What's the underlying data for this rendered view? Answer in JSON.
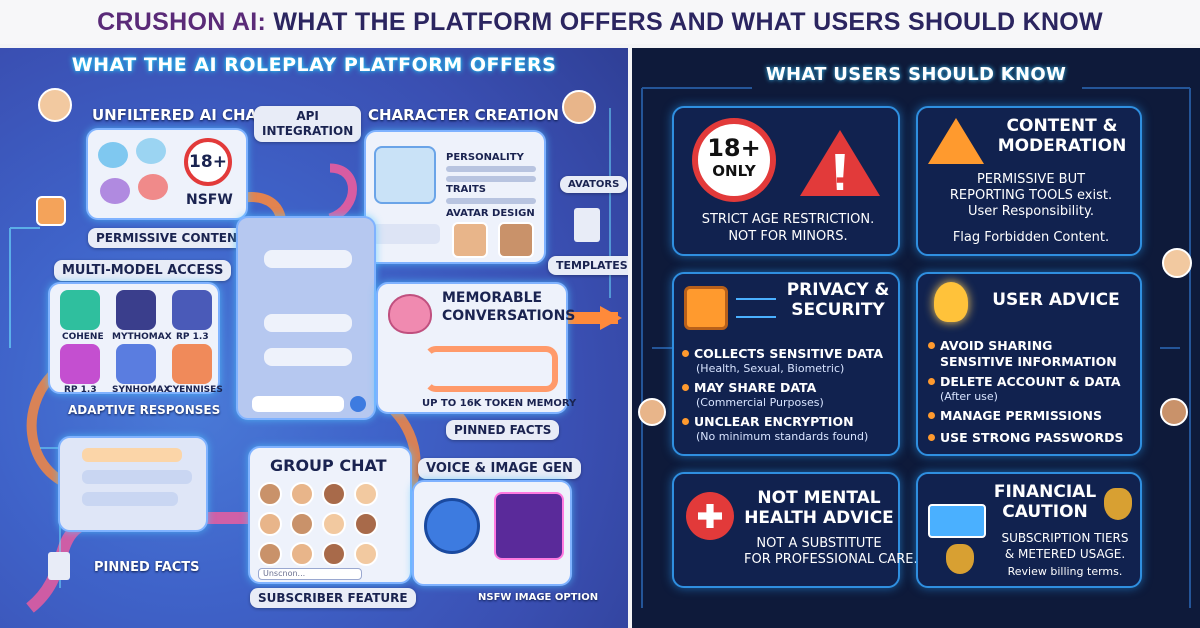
{
  "header": {
    "brand": "CRUSHON AI:",
    "title_rest": " WHAT THE PLATFORM OFFERS AND WHAT USERS SHOULD KNOW"
  },
  "left": {
    "heading": "WHAT THE AI ROLEPLAY PLATFORM OFFERS",
    "unfiltered": {
      "title": "UNFILTERED AI CHAT",
      "badge": "18+",
      "nsfw": "NSFW",
      "caption": "PERMISSIVE CONTENT"
    },
    "api": {
      "line1": "API",
      "line2": "INTEGRATION"
    },
    "character": {
      "title": "CHARACTER CREATION",
      "personality": "PERSONALITY",
      "traits": "TRAITS",
      "avatar_design": "AVATAR DESIGN"
    },
    "avators": "AVATORS",
    "templates": "TEMPLATES",
    "multi": {
      "title": "MULTI-MODEL ACCESS",
      "models": [
        "COHENE",
        "MYTHOMAX",
        "RP 1.3",
        "RP 1.3",
        "SYNHOMAX",
        "CYENNISES"
      ],
      "caption": "ADAPTIVE RESPONSES"
    },
    "memorable": {
      "line1": "MEMORABLE",
      "line2": "CONVERSATIONS",
      "memory": "UP TO 16K TOKEN MEMORY",
      "caption": "PINNED FACTS"
    },
    "group": {
      "title": "GROUP CHAT",
      "input": "Unscnon...",
      "caption": "SUBSCRIBER FEATURE"
    },
    "voice": {
      "title": "VOICE & IMAGE GEN",
      "caption": "NSFW IMAGE OPTION"
    },
    "pinned_bottom": "PINNED FACTS"
  },
  "right": {
    "heading": "WHAT USERS SHOULD KNOW",
    "age": {
      "badge_top": "18+",
      "badge_bottom": "ONLY",
      "text1": "STRICT AGE RESTRICTION.",
      "text2": "NOT FOR MINORS."
    },
    "content": {
      "title1": "CONTENT &",
      "title2": "MODERATION",
      "text1": "PERMISSIVE BUT",
      "text2": "REPORTING TOOLS exist.",
      "text3": "User Responsibility.",
      "text4": "Flag Forbidden Content."
    },
    "privacy": {
      "title1": "PRIVACY &",
      "title2": "SECURITY",
      "items": [
        {
          "main": "COLLECTS SENSITIVE DATA",
          "sub": "(Health, Sexual, Biometric)"
        },
        {
          "main": "MAY SHARE DATA",
          "sub": "(Commercial Purposes)"
        },
        {
          "main": "UNCLEAR ENCRYPTION",
          "sub": "(No minimum standards found)"
        }
      ]
    },
    "advice": {
      "title": "USER ADVICE",
      "items": [
        {
          "main": "AVOID SHARING",
          "main2": "SENSITIVE INFORMATION"
        },
        {
          "main": "DELETE ACCOUNT & DATA",
          "sub": "(After use)"
        },
        {
          "main": "MANAGE PERMISSIONS"
        },
        {
          "main": "USE STRONG PASSWORDS"
        }
      ]
    },
    "mental": {
      "title1": "NOT MENTAL",
      "title2": "HEALTH ADVICE",
      "text1": "NOT A SUBSTITUTE",
      "text2": "FOR PROFESSIONAL CARE."
    },
    "financial": {
      "title1": "FINANCIAL",
      "title2": "CAUTION",
      "text1": "SUBSCRIPTION TIERS",
      "text2": "& METERED USAGE.",
      "text3": "Review billing terms."
    }
  },
  "colors": {
    "accent_orange": "#ff9a2e",
    "alert_red": "#e23a3a",
    "neon_blue": "#2f8fe0",
    "left_bg": "#3f63c9",
    "right_bg": "#0e1a3a"
  }
}
